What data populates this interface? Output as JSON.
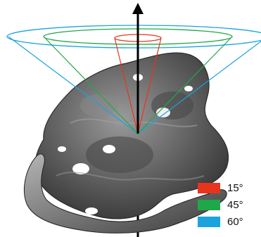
{
  "colors": {
    "cone_15": "#e8341c",
    "cone_45": "#1fa84a",
    "cone_60": "#1aa3dd",
    "axis": "#000000",
    "surface": "#6a6a6a"
  },
  "legend": [
    {
      "label": "15°",
      "color": "#e8341c"
    },
    {
      "label": "45°",
      "color": "#1fa84a"
    },
    {
      "label": "60°",
      "color": "#1aa3dd"
    }
  ]
}
